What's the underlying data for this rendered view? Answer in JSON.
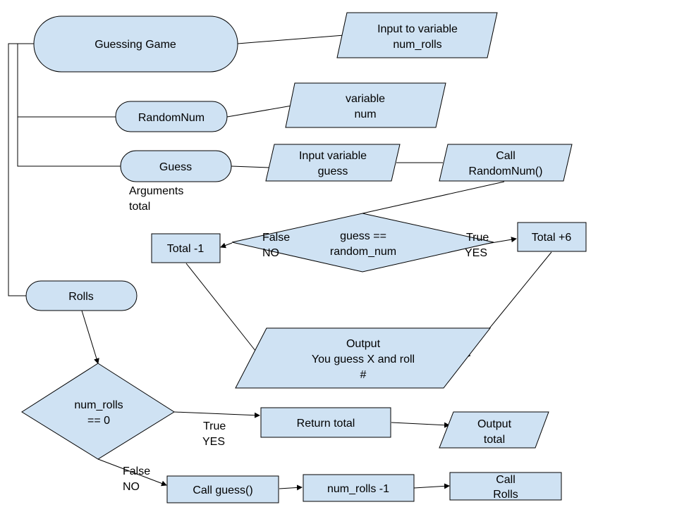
{
  "nodes": {
    "guessing_game": {
      "lines": [
        "Guessing Game"
      ]
    },
    "input_num_rolls": {
      "lines": [
        "Input to variable",
        "num_rolls"
      ]
    },
    "random_num": {
      "lines": [
        "RandomNum"
      ]
    },
    "variable_num": {
      "lines": [
        "variable",
        "num"
      ]
    },
    "guess": {
      "lines": [
        "Guess"
      ]
    },
    "input_guess": {
      "lines": [
        "Input variable",
        "guess"
      ]
    },
    "call_randomnum": {
      "lines": [
        "Call",
        "RandomNum()"
      ]
    },
    "guess_check": {
      "lines": [
        "guess ==",
        "random_num"
      ]
    },
    "total_minus": {
      "lines": [
        "Total -1"
      ]
    },
    "total_plus": {
      "lines": [
        "Total +6"
      ]
    },
    "rolls": {
      "lines": [
        "Rolls"
      ]
    },
    "output_guess": {
      "lines": [
        "Output",
        "You guess X and roll",
        "#"
      ]
    },
    "rolls_check": {
      "lines": [
        "num_rolls",
        "== 0"
      ]
    },
    "return_total": {
      "lines": [
        "Return total"
      ]
    },
    "output_total": {
      "lines": [
        "Output",
        "total"
      ]
    },
    "call_guess": {
      "lines": [
        "Call guess()"
      ]
    },
    "num_rolls_dec": {
      "lines": [
        "num_rolls -1"
      ]
    },
    "call_rolls": {
      "lines": [
        "Call",
        "Rolls"
      ]
    }
  },
  "labels": {
    "arguments": [
      "Arguments",
      "total"
    ],
    "guess_false": [
      "False",
      "NO"
    ],
    "guess_true": [
      "True",
      "YES"
    ],
    "rolls_true": [
      "True",
      "YES"
    ],
    "rolls_false": [
      "False",
      "NO"
    ]
  },
  "colors": {
    "fill": "#cfe2f3",
    "stroke": "#000000"
  }
}
